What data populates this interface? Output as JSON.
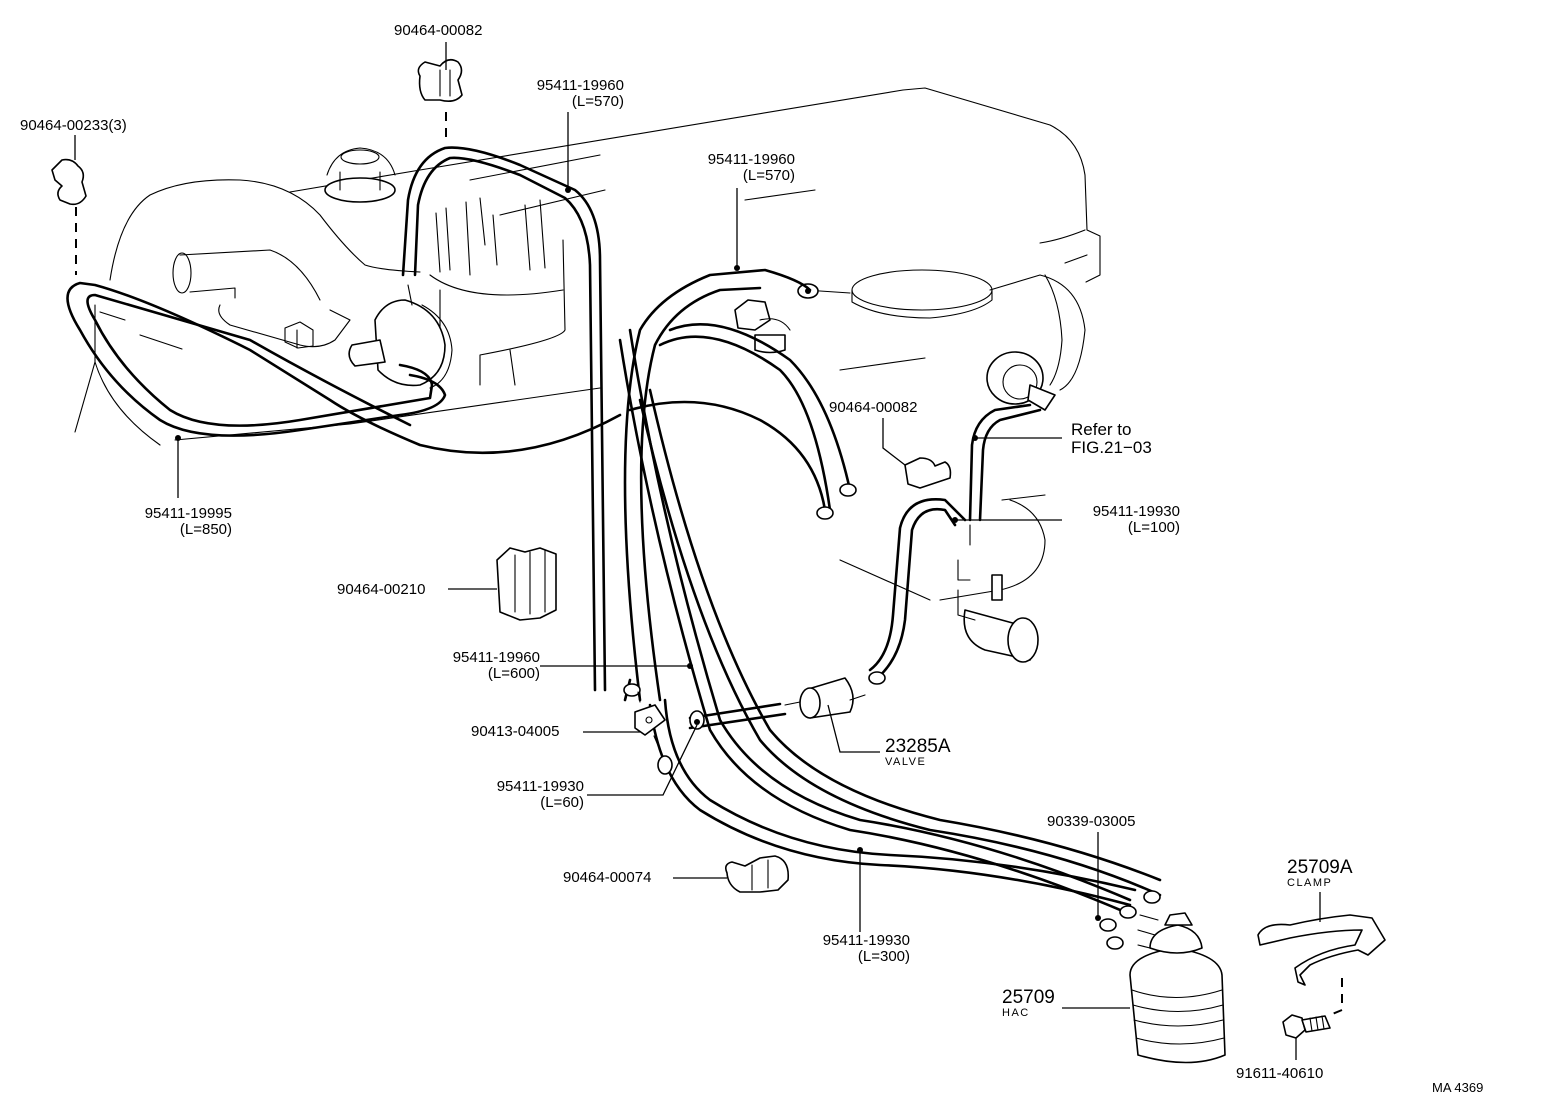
{
  "diagram": {
    "title_code": "MA 4369",
    "parts": [
      {
        "id": "clip-top",
        "part_no": "90464-00082",
        "qty": "",
        "length": "",
        "name": ""
      },
      {
        "id": "clip-left",
        "part_no": "90464-00233(3)",
        "qty": "",
        "length": "",
        "name": ""
      },
      {
        "id": "hose-top",
        "part_no": "95411-19960",
        "length": "(L=570)",
        "name": ""
      },
      {
        "id": "hose-mid",
        "part_no": "95411-19960",
        "length": "(L=570)",
        "name": ""
      },
      {
        "id": "hose-left",
        "part_no": "95411-19995",
        "length": "(L=850)",
        "name": ""
      },
      {
        "id": "clip-mid",
        "part_no": "90464-00082",
        "length": "",
        "name": ""
      },
      {
        "id": "ref-fig",
        "part_no": "Refer to",
        "length": "FIG.21−03",
        "name": ""
      },
      {
        "id": "hose-short",
        "part_no": "95411-19930",
        "length": "(L=100)",
        "name": ""
      },
      {
        "id": "clip-quad",
        "part_no": "90464-00210",
        "length": "",
        "name": ""
      },
      {
        "id": "hose-600",
        "part_no": "95411-19960",
        "length": "(L=600)",
        "name": ""
      },
      {
        "id": "tee",
        "part_no": "90413-04005",
        "length": "",
        "name": ""
      },
      {
        "id": "hose-60",
        "part_no": "95411-19930",
        "length": "(L=60)",
        "name": ""
      },
      {
        "id": "valve",
        "part_no": "23285A",
        "length": "",
        "name": "VALVE"
      },
      {
        "id": "clip-triple",
        "part_no": "90464-00074",
        "length": "",
        "name": ""
      },
      {
        "id": "hose-300",
        "part_no": "95411-19930",
        "length": "(L=300)",
        "name": ""
      },
      {
        "id": "plug",
        "part_no": "90339-03005",
        "length": "",
        "name": ""
      },
      {
        "id": "clamp",
        "part_no": "25709A",
        "length": "",
        "name": "CLAMP"
      },
      {
        "id": "hac",
        "part_no": "25709",
        "length": "",
        "name": "HAC"
      },
      {
        "id": "bolt",
        "part_no": "91611-40610",
        "length": "",
        "name": ""
      }
    ]
  }
}
